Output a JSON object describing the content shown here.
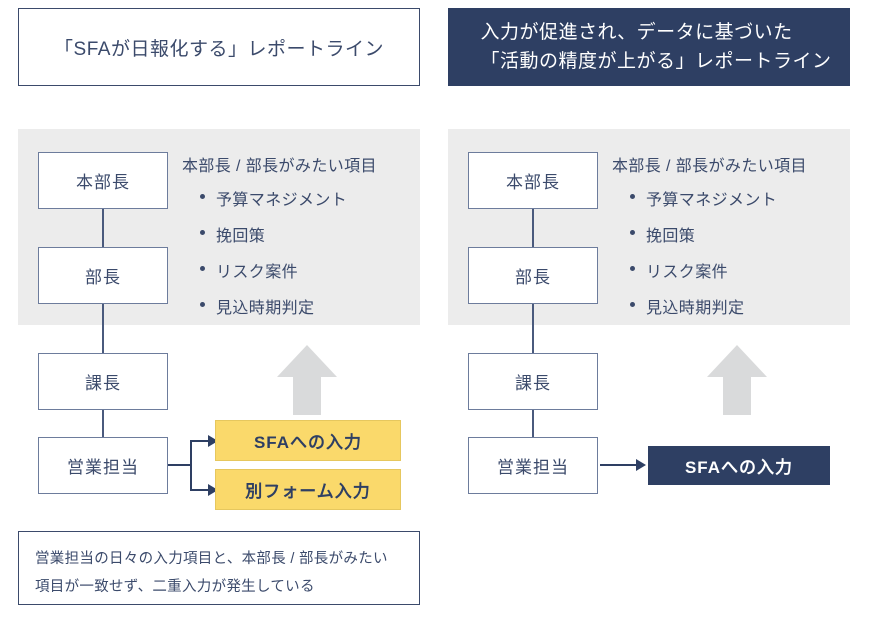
{
  "headers": {
    "left": {
      "text": "「SFAが日報化する」レポートライン"
    },
    "right": {
      "line1": "入力が促進され、データに基づいた",
      "line2": "「活動の精度が上がる」レポートライン"
    }
  },
  "colors": {
    "navy": "#2e3f63",
    "navy_text": "#3b4a6b",
    "box_border": "#6d7c9c",
    "panel_gray": "#ececec",
    "arrow_gray": "#d9dadb",
    "yellow": "#fad96b",
    "white": "#ffffff"
  },
  "left_diagram": {
    "roles": [
      {
        "label": "本部長"
      },
      {
        "label": "部長"
      },
      {
        "label": "課長"
      },
      {
        "label": "営業担当"
      }
    ],
    "list": {
      "title": "本部長 / 部長がみたい項目",
      "items": [
        "予算マネジメント",
        "挽回策",
        "リスク案件",
        "見込時期判定"
      ]
    },
    "actions": [
      {
        "label": "SFAへの入力",
        "style": "yellow"
      },
      {
        "label": "別フォーム入力",
        "style": "yellow"
      }
    ],
    "footnote": {
      "line1": "営業担当の日々の入力項目と、本部長 / 部長がみたい",
      "line2": "項目が一致せず、二重入力が発生している"
    }
  },
  "right_diagram": {
    "roles": [
      {
        "label": "本部長"
      },
      {
        "label": "部長"
      },
      {
        "label": "課長"
      },
      {
        "label": "営業担当"
      }
    ],
    "list": {
      "title": "本部長 / 部長がみたい項目",
      "items": [
        "予算マネジメント",
        "挽回策",
        "リスク案件",
        "見込時期判定"
      ]
    },
    "actions": [
      {
        "label": "SFAへの入力",
        "style": "navy"
      }
    ]
  },
  "icons": {
    "up_arrow": "big-up-arrow-icon",
    "flow_arrow": "flow-arrow-icon"
  }
}
